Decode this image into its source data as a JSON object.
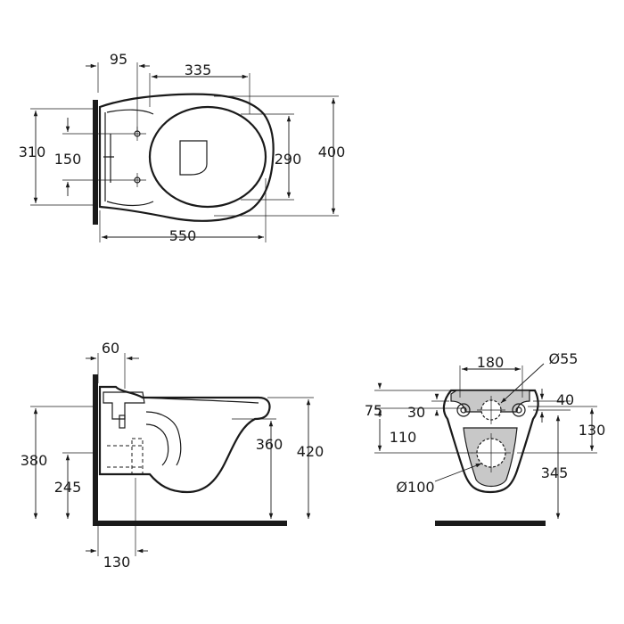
{
  "top_view": {
    "dim_95": "95",
    "dim_335": "335",
    "dim_310": "310",
    "dim_150": "150",
    "dim_290": "290",
    "dim_400": "400",
    "dim_550": "550"
  },
  "side_view": {
    "dim_60": "60",
    "dim_380": "380",
    "dim_245": "245",
    "dim_360": "360",
    "dim_420": "420",
    "dim_130": "130"
  },
  "rear_view": {
    "dim_180": "180",
    "dim_d55": "Ø55",
    "dim_75": "75",
    "dim_30": "30",
    "dim_40": "40",
    "dim_110": "110",
    "dim_130": "130",
    "dim_345": "345",
    "dim_d100": "Ø100"
  }
}
